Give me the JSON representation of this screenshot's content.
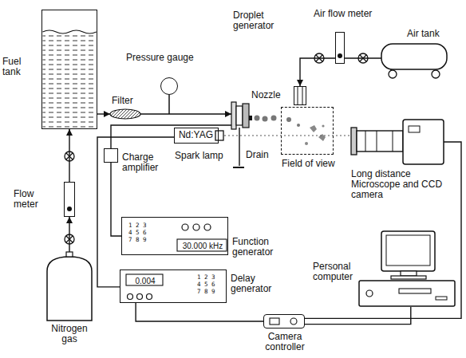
{
  "diagram": {
    "nodes": [
      {
        "text": [
          "Fuel tank"
        ]
      },
      {
        "text": [
          "Filter"
        ]
      },
      {
        "text": [
          "Pressure gauge"
        ]
      },
      {
        "text": [
          "Droplet generator"
        ]
      },
      {
        "text": [
          "Air flow meter"
        ]
      },
      {
        "text": [
          "Air tank"
        ]
      },
      {
        "text": [
          "Nozzle"
        ]
      },
      {
        "text": [
          "Nd:YAG",
          "Spark lamp"
        ]
      },
      {
        "text": [
          "Field of view"
        ]
      },
      {
        "text": [
          "Long distance Microscope and CCD camera"
        ]
      },
      {
        "text": [
          "Flow meter"
        ]
      },
      {
        "text": [
          "Charge amplifier"
        ]
      },
      {
        "text": [
          "Function generator",
          "30.000 kHz",
          "1 2 3",
          "4 5 6",
          "7 8 9"
        ]
      },
      {
        "text": [
          "Delay generator",
          "0.004",
          "1 2 3",
          "4 5 6",
          "7 8 9"
        ]
      },
      {
        "text": [
          "Personal computer"
        ]
      },
      {
        "text": [
          "Nitrogen gas"
        ]
      },
      {
        "text": [
          "Camera controller"
        ]
      }
    ],
    "edges": [
      {
        "from": 0,
        "to": 1,
        "arrow": "to"
      },
      {
        "from": 1,
        "to": 3,
        "arrow": "to"
      },
      {
        "from": 15,
        "to": 10,
        "arrow": "to"
      },
      {
        "from": 10,
        "to": 0,
        "arrow": "to"
      },
      {
        "from": 5,
        "to": 4,
        "arrow": "none"
      },
      {
        "from": 4,
        "to": 6,
        "arrow": "to"
      },
      {
        "from": 3,
        "to": 11,
        "arrow": "none"
      },
      {
        "from": 11,
        "to": 12,
        "arrow": "none"
      },
      {
        "from": 7,
        "to": 13,
        "arrow": "none"
      },
      {
        "from": 13,
        "to": 16,
        "arrow": "none"
      },
      {
        "from": 16,
        "to": 9,
        "arrow": "none"
      },
      {
        "from": 16,
        "to": 14,
        "arrow": "none"
      }
    ],
    "labels": [
      "Drain"
    ]
  }
}
